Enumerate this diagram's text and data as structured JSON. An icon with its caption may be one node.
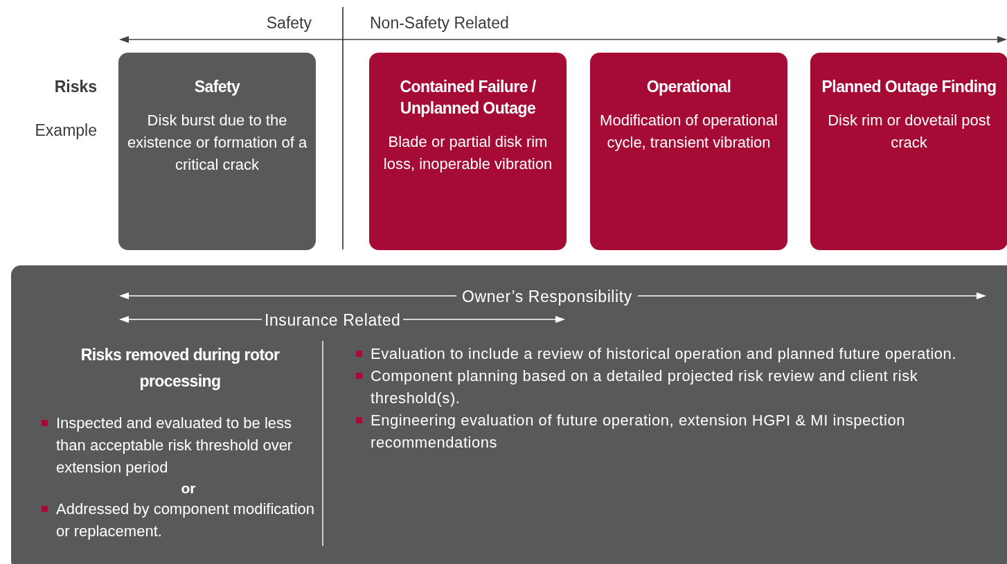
{
  "diagram": {
    "nodes": [
      {
        "text": [
          "Safety",
          "Disk burst due to the existence or formation of a critical crack"
        ]
      },
      {
        "text": [
          "Contained Failure / Unplanned Outage",
          "Blade or partial disk rim loss, inoperable vibration"
        ]
      },
      {
        "text": [
          "Operational",
          "Modification of operational cycle, transient vibration"
        ]
      },
      {
        "text": [
          "Planned Outage Finding",
          "Disk rim or dovetail post crack"
        ]
      },
      {
        "text": [
          "Risks removed during rotor processing",
          "Inspected and evaluated to be less than acceptable risk threshold over extension period",
          "or",
          "Addressed by component modification or replacement.",
          "Evaluation to include a review of historical operation and planned future operation.",
          "Component planning based on a detailed projected risk review and client risk threshold(s).",
          "Engineering evaluation of future operation, extension HGPI & MI inspection recommendations"
        ]
      }
    ],
    "labels": [
      "Safety",
      "Non-Safety Related",
      "Risks",
      "Example",
      "Owner’s Responsibility",
      "Insurance Related"
    ]
  }
}
